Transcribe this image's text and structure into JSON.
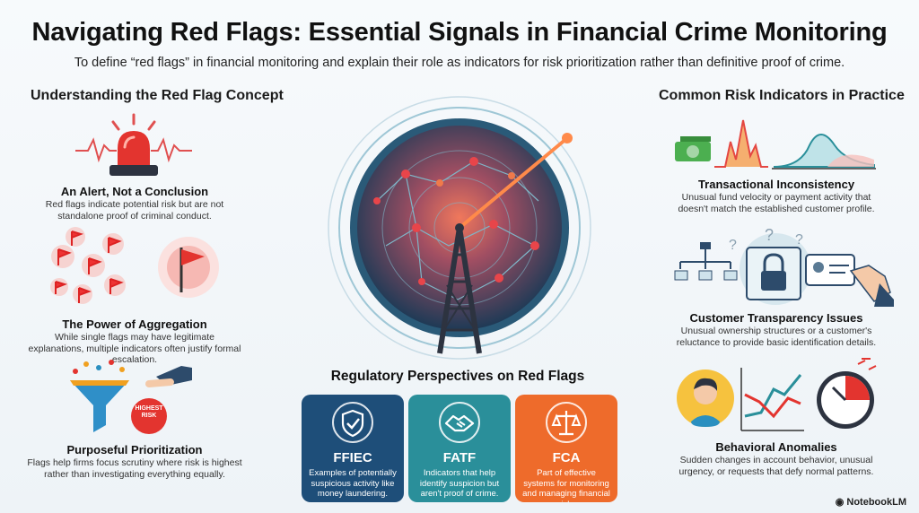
{
  "header": {
    "title": "Navigating Red Flags: Essential Signals in Financial Crime Monitoring",
    "subtitle": "To define “red flags” in financial monitoring and explain their role as indicators for risk prioritization rather than definitive proof of crime."
  },
  "left": {
    "heading": "Understanding the Red Flag Concept",
    "items": [
      {
        "title": "An Alert, Not a Conclusion",
        "desc": "Red flags indicate potential risk but are not standalone proof of criminal conduct.",
        "icon": "siren-icon"
      },
      {
        "title": "The Power of Aggregation",
        "desc": "While single flags may have legitimate explanations, multiple indicators often justify formal escalation.",
        "icon": "flags-icon"
      },
      {
        "title": "Purposeful Prioritization",
        "desc": "Flags help firms focus scrutiny where risk is highest rather than investigating everything equally.",
        "icon": "funnel-icon",
        "badge": "HIGHEST RISK"
      }
    ]
  },
  "right": {
    "heading": "Common Risk Indicators in Practice",
    "items": [
      {
        "title": "Transactional Inconsistency",
        "desc": "Unusual fund velocity or payment activity that doesn't match the established customer profile.",
        "icon": "chart-icon"
      },
      {
        "title": "Customer Transparency Issues",
        "desc": "Unusual ownership structures or a customer's reluctance to provide basic identification details.",
        "icon": "lock-icon"
      },
      {
        "title": "Behavioral Anomalies",
        "desc": "Sudden changes in account behavior, unusual urgency, or requests that defy normal patterns.",
        "icon": "clock-icon"
      }
    ]
  },
  "regulatory": {
    "heading": "Regulatory Perspectives on Red Flags",
    "cards": [
      {
        "name": "FFIEC",
        "desc": "Examples of potentially suspicious activity like money laundering.",
        "color": "#1e4e79",
        "icon": "shield-icon"
      },
      {
        "name": "FATF",
        "desc": "Indicators that help identify suspicion but aren't proof of crime.",
        "color": "#2a8f9a",
        "icon": "handshake-icon"
      },
      {
        "name": "FCA",
        "desc": "Part of effective systems for monitoring and managing financial risk.",
        "color": "#ee6b2b",
        "icon": "scales-icon"
      }
    ]
  },
  "brand": "NotebookLM"
}
